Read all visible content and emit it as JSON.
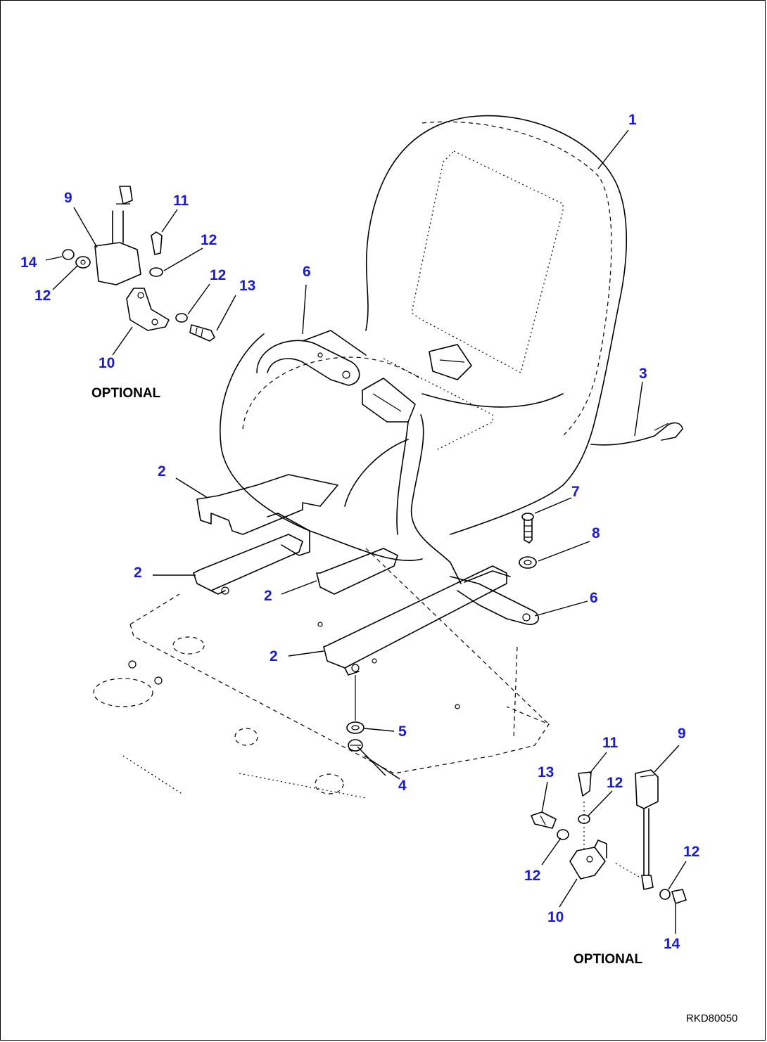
{
  "callouts": {
    "c1": "1",
    "c2a": "2",
    "c2b": "2",
    "c2c": "2",
    "c2d": "2",
    "c3": "3",
    "c4": "4",
    "c5": "5",
    "c6a": "6",
    "c6b": "6",
    "c7": "7",
    "c8": "8",
    "tl_9": "9",
    "tl_10": "10",
    "tl_11": "11",
    "tl_12a": "12",
    "tl_12b": "12",
    "tl_12c": "12",
    "tl_13": "13",
    "tl_14": "14",
    "br_9": "9",
    "br_10": "10",
    "br_11": "11",
    "br_12a": "12",
    "br_12b": "12",
    "br_12c": "12",
    "br_13": "13",
    "br_14": "14"
  },
  "captions": {
    "optional_top": "OPTIONAL",
    "optional_bottom": "OPTIONAL"
  },
  "drawing_code": "RKD80050",
  "colors": {
    "callout": "#1a1adb",
    "line": "#000000"
  }
}
